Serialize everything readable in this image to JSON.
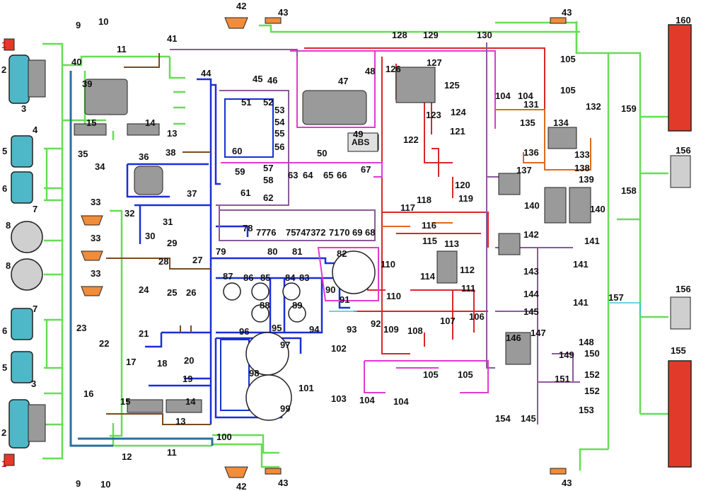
{
  "colors": {
    "harness_green": "#66dd55",
    "harness_blue": "#1a2fd6",
    "harness_red": "#d8282a",
    "harness_magenta": "#e23ad0",
    "harness_purple": "#8c5a9a",
    "harness_brown": "#7a4a1e",
    "harness_teal": "#2a6fa0",
    "harness_orange": "#e06a1a",
    "harness_cyan": "#36c9d9",
    "lamp_lens": "#4fb8c8",
    "beacon_orange": "#f08c3a",
    "marker_red": "#e23a2a",
    "component_gray": "#9a9a9a",
    "accent_red_label": "#d11313"
  },
  "labels": {
    "l1a": "1",
    "l2a": "2",
    "l3a": "3",
    "l4": "4",
    "l5a": "5",
    "l6a": "6",
    "l7a": "7",
    "l8a": "8",
    "l8b": "8",
    "l6b": "6",
    "l7b": "7",
    "l5b": "5",
    "l3b": "3",
    "l2b": "2",
    "l1b": "1",
    "l9a": "9",
    "l9b": "9",
    "l10a": "10",
    "l10b": "10",
    "l11a": "11",
    "l11b": "11",
    "l12": "12",
    "l13a": "13",
    "l13b": "13",
    "l14a": "14",
    "l14b": "14",
    "l15a": "15",
    "l15b": "15",
    "l16": "16",
    "l17": "17",
    "l18": "18",
    "l19": "19",
    "l20": "20",
    "l21": "21",
    "l22": "22",
    "l23": "23",
    "l24": "24",
    "l25": "25",
    "l26": "26",
    "l27": "27",
    "l28": "28",
    "l29": "29",
    "l30": "30",
    "l31": "31",
    "l32": "32",
    "l33a": "33",
    "l33b": "33",
    "l33c": "33",
    "l34": "34",
    "l35": "35",
    "l36": "36",
    "l37": "37",
    "l38": "38",
    "l39": "39",
    "l40": "40",
    "l41": "41",
    "l42a": "42",
    "l42b": "42",
    "l43a": "43",
    "l43b": "43",
    "l43c": "43",
    "l43d": "43",
    "l44": "44",
    "l45": "45",
    "l46": "46",
    "l47": "47",
    "l48": "48",
    "l49": "49",
    "l50": "50",
    "l51": "51",
    "l52": "52",
    "l53": "53",
    "l54": "54",
    "l55": "55",
    "l56": "56",
    "l57": "57",
    "l58": "58",
    "l59": "59",
    "l60": "60",
    "l61": "61",
    "l62": "62",
    "l63": "63",
    "l64": "64",
    "l65": "65",
    "l66": "66",
    "l67": "67",
    "l68": "68",
    "l69": "69",
    "l70": "70",
    "l71": "71",
    "l72": "72",
    "l73": "73",
    "l74": "74",
    "l75": "75",
    "l76": "76",
    "l77": "77",
    "l78": "78",
    "l79": "79",
    "l80": "80",
    "l81": "81",
    "l82": "82",
    "l83": "83",
    "l84": "84",
    "l85": "85",
    "l86": "86",
    "l87": "87",
    "l88": "88",
    "l89": "89",
    "l90": "90",
    "l91": "91",
    "l92": "92",
    "l93": "93",
    "l94": "94",
    "l95": "95",
    "l96": "96",
    "l97": "97",
    "l98": "98",
    "l99": "99",
    "l100": "100",
    "l101": "101",
    "l102": "102",
    "l103": "103",
    "l104a": "104",
    "l104b": "104",
    "l104c": "104",
    "l104d": "104",
    "l105a": "105",
    "l105b": "105",
    "l105c": "105",
    "l105d": "105",
    "l106": "106",
    "l107": "107",
    "l108": "108",
    "l109": "109",
    "l110a": "110",
    "l110b": "110",
    "l111": "111",
    "l112": "112",
    "l113": "113",
    "l114": "114",
    "l115": "115",
    "l116": "116",
    "l117": "117",
    "l118": "118",
    "l119": "119",
    "l120": "120",
    "l121": "121",
    "l122": "122",
    "l123": "123",
    "l124": "124",
    "l125": "125",
    "l126": "126",
    "l127": "127",
    "l128": "128",
    "l129": "129",
    "l130": "130",
    "l131": "131",
    "l132": "132",
    "l133": "133",
    "l134": "134",
    "l135": "135",
    "l136": "136",
    "l137": "137",
    "l138": "138",
    "l139": "139",
    "l140a": "140",
    "l140b": "140",
    "l141a": "141",
    "l141b": "141",
    "l141c": "141",
    "l142": "142",
    "l143": "143",
    "l144": "144",
    "l145a": "145",
    "l145b": "145",
    "l146": "146",
    "l147": "147",
    "l148": "148",
    "l149": "149",
    "l150": "150",
    "l151": "151",
    "l152a": "152",
    "l152b": "152",
    "l153": "153",
    "l154": "154",
    "l155": "155",
    "l156a": "156",
    "l156b": "156",
    "l157": "157",
    "l158": "158",
    "l159": "159",
    "l160": "160"
  },
  "component_marks": {
    "abs_unit": "ABS"
  }
}
